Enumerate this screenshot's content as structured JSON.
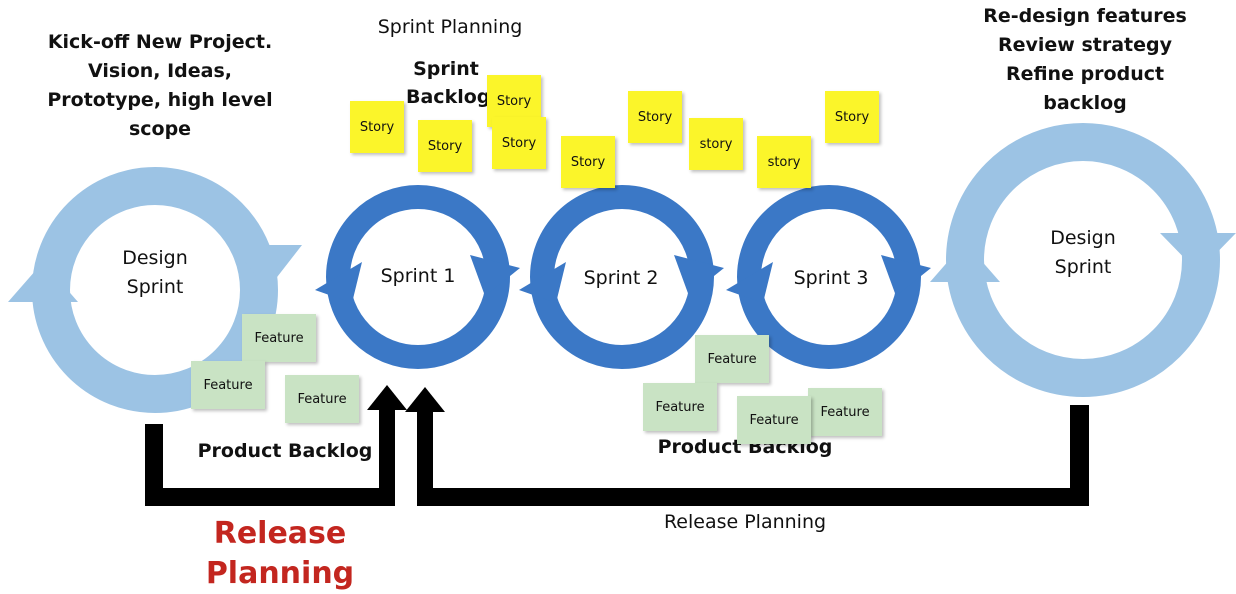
{
  "colors": {
    "design_loop": "#9cc3e4",
    "sprint_loop": "#3b78c6",
    "story_note": "#fbf52a",
    "feature_note": "#c9e3c4",
    "connector": "#000000",
    "release_planning_red": "#c3261f"
  },
  "headings": {
    "kickoff": [
      "Kick-off New Project.",
      "Vision, Ideas,",
      "Prototype, high level",
      "scope"
    ],
    "redesign": [
      "Re-design features",
      "Review strategy",
      "Refine product",
      "backlog"
    ],
    "sprint_planning": "Sprint Planning",
    "sprint_backlog": [
      "Sprint",
      "Backlog"
    ],
    "product_backlog_left": "Product Backlog",
    "product_backlog_right": "Product Backlog",
    "release_planning_red": "Release Planning",
    "release_planning": "Release Planning"
  },
  "loops": {
    "design_left": [
      "Design",
      "Sprint"
    ],
    "sprint1": "Sprint 1",
    "sprint2": "Sprint 2",
    "sprint3": "Sprint 3",
    "design_right": [
      "Design",
      "Sprint"
    ]
  },
  "stories": [
    "Story",
    "Story",
    "Story",
    "Story",
    "Story",
    "Story",
    "story",
    "story",
    "Story"
  ],
  "features": [
    "Feature",
    "Feature",
    "Feature",
    "Feature",
    "Feature",
    "Feature",
    "Feature"
  ]
}
